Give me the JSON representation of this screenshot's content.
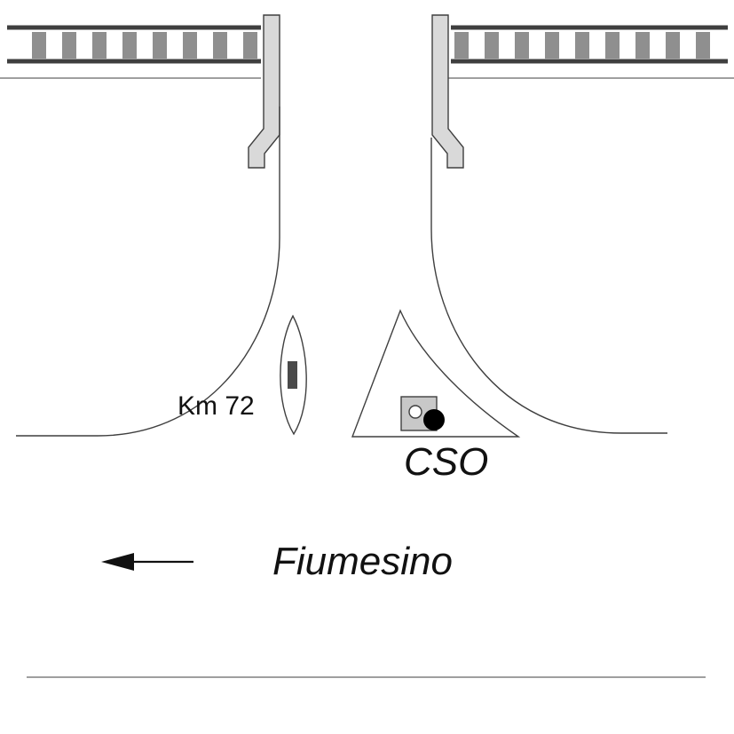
{
  "diagram": {
    "labels": {
      "km_marker": "Km 72",
      "island_sign": "CSO",
      "direction": "Fiumesino"
    },
    "colors": {
      "background": "#ffffff",
      "outline": "#3f3f3f",
      "tie_gray": "#8f8f8f",
      "post_gray": "#d9d9d9",
      "box_gray": "#c8c8c8",
      "marker_dark": "#4a4a4a",
      "signal_black": "#000000",
      "text": "#111111"
    }
  }
}
